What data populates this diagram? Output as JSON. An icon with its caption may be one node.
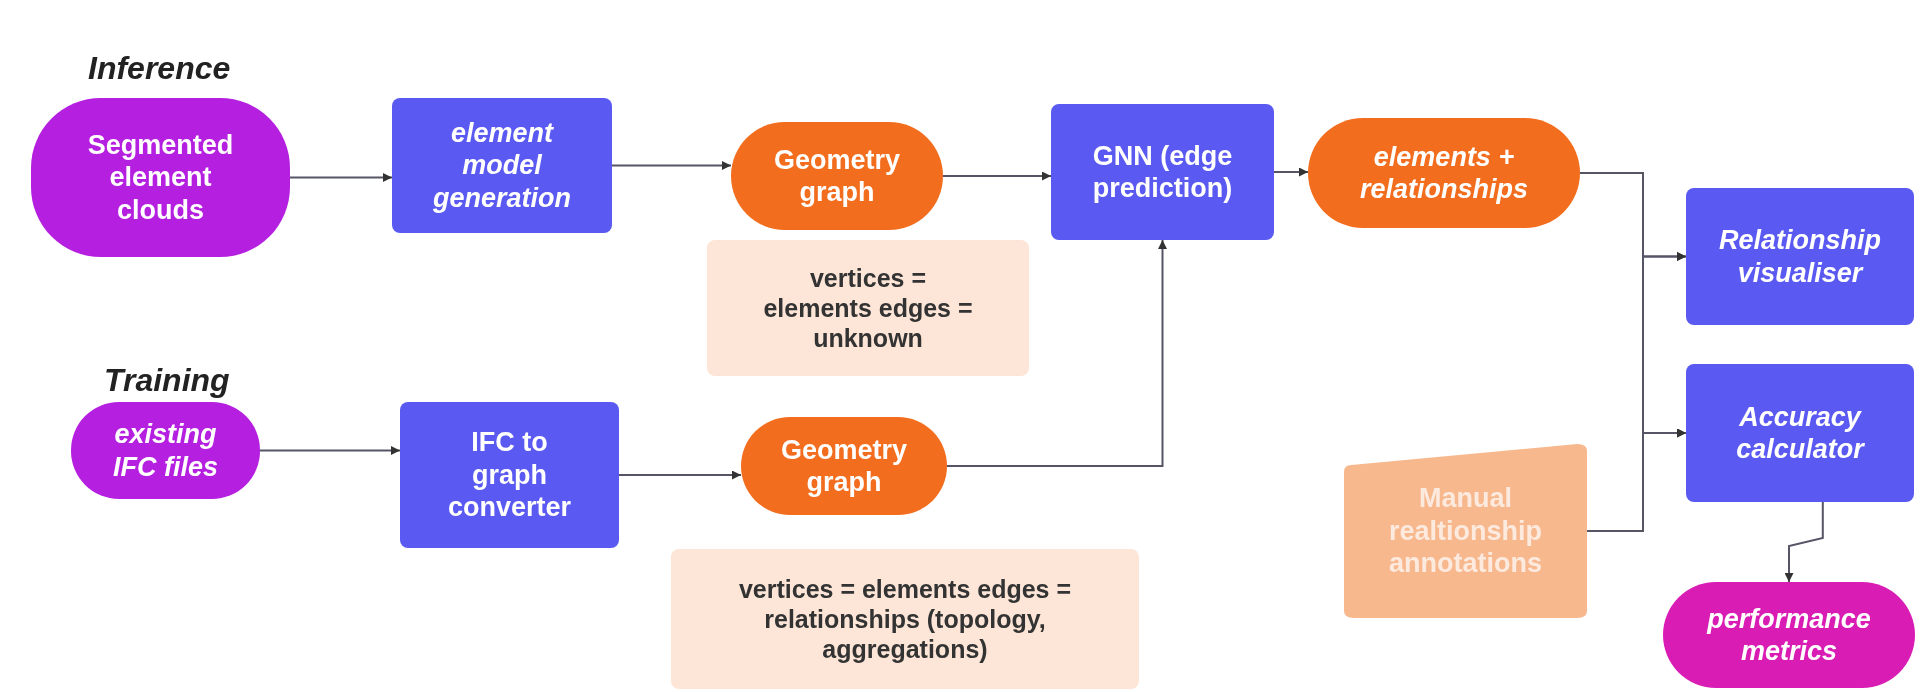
{
  "diagram": {
    "nodes": [
      {
        "text": [
          "Segmented element clouds"
        ]
      },
      {
        "text": [
          "element model generation"
        ]
      },
      {
        "text": [
          "Geometry graph"
        ]
      },
      {
        "text": [
          "GNN (edge prediction)"
        ]
      },
      {
        "text": [
          "elements + relationships"
        ]
      },
      {
        "text": [
          "vertices = elements edges = unknown"
        ]
      },
      {
        "text": [
          "Relationship visualiser"
        ]
      },
      {
        "text": [
          "existing IFC files"
        ]
      },
      {
        "text": [
          "IFC to graph converter"
        ]
      },
      {
        "text": [
          "Geometry graph"
        ]
      },
      {
        "text": [
          "Accuracy calculator"
        ]
      },
      {
        "text": [
          "Manual realtionship annotations"
        ]
      },
      {
        "text": [
          "vertices = elements edges = relationships (topology, aggregations)"
        ]
      },
      {
        "text": [
          "performance metrics"
        ]
      }
    ],
    "edges": [
      {
        "from": 0,
        "to": 1,
        "arrow": "to"
      },
      {
        "from": 1,
        "to": 2,
        "arrow": "to"
      },
      {
        "from": 2,
        "to": 3,
        "arrow": "to"
      },
      {
        "from": 3,
        "to": 4,
        "arrow": "to"
      },
      {
        "from": 9,
        "to": 3,
        "arrow": "to"
      },
      {
        "from": 7,
        "to": 8,
        "arrow": "to"
      },
      {
        "from": 8,
        "to": 9,
        "arrow": "to"
      },
      {
        "from": 4,
        "to": 6,
        "arrow": "to"
      },
      {
        "from": 4,
        "to": 10,
        "arrow": "to"
      },
      {
        "from": 11,
        "to": 6,
        "arrow": "to"
      },
      {
        "from": 11,
        "to": 10,
        "arrow": "to"
      },
      {
        "from": 10,
        "to": 13,
        "arrow": "to"
      }
    ],
    "labels": [
      "Inference",
      "Training"
    ]
  }
}
